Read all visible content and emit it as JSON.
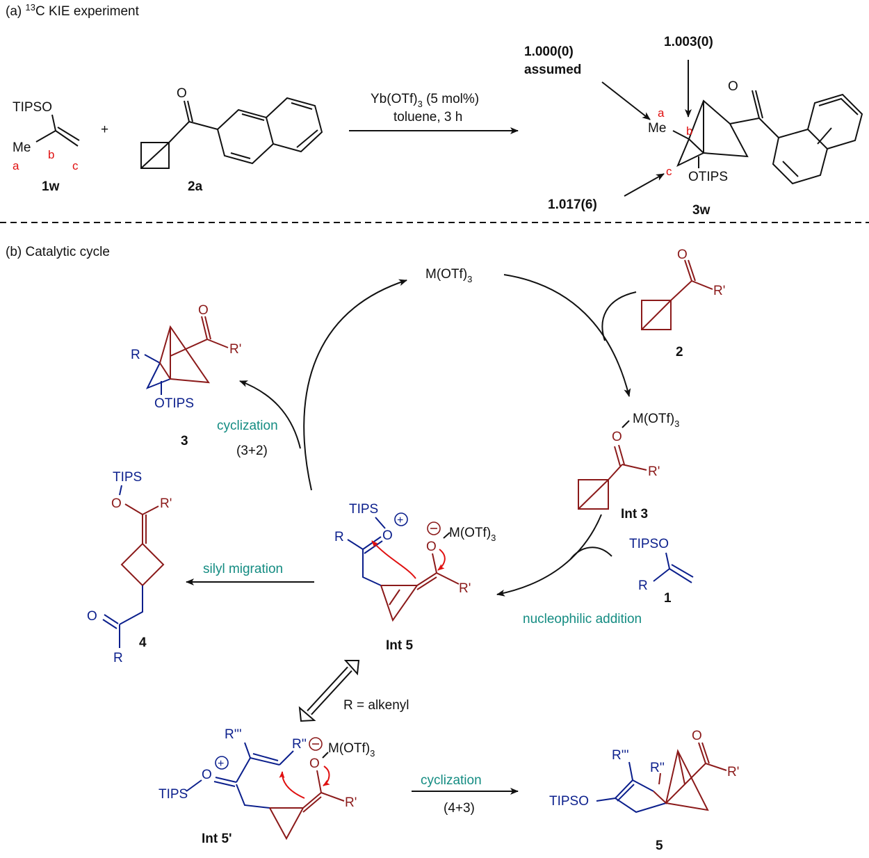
{
  "section_a": {
    "prefix": "(a) ",
    "sup": "13",
    "title": "C KIE experiment"
  },
  "section_b": {
    "title": "(b) Catalytic cycle"
  },
  "reaction_a": {
    "reagent": "Yb(OTf)",
    "reagent_sub": "3",
    "reagent_tail": " (5 mol%)",
    "conditions": "toluene, 3 h",
    "plus": "+",
    "sm1_otips": "TIPSO",
    "sm1_me": "Me",
    "sm1_label": "1w",
    "sm2_o": "O",
    "sm2_label": "2a",
    "prod_label": "3w",
    "prod_me": "Me",
    "prod_o": "O",
    "prod_otips": "OTIPS",
    "atom_a": "a",
    "atom_b": "b",
    "atom_c": "c",
    "kie_a": "1.000(0)",
    "kie_a_note": "assumed",
    "kie_b": "1.003(0)",
    "kie_c": "1.017(6)"
  },
  "cycle": {
    "catalyst": "M(OTf)",
    "catalyst_sub": "3",
    "cmp2_label": "2",
    "cmp2_o": "O",
    "cmp2_r": "R'",
    "int3_label": "Int 3",
    "int3_m": "M(OTf)",
    "int3_m_sub": "3",
    "int3_o": "O",
    "int3_r": "R'",
    "cmp1_label": "1",
    "cmp1_otips": "TIPSO",
    "cmp1_r": "R",
    "nucleophilic": "nucleophilic addition",
    "int5_label": "Int 5",
    "int5_tips": "TIPS",
    "int5_o1": "O",
    "int5_o2": "O",
    "int5_r": "R",
    "int5_r2": "R'",
    "int5_m": "M(OTf)",
    "int5_m_sub": "3",
    "silyl": "silyl migration",
    "cmp4_label": "4",
    "cmp4_tips": "TIPS",
    "cmp4_o1": "O",
    "cmp4_o2": "O",
    "cmp4_r": "R",
    "cmp4_r2": "R'",
    "cyclization": "cyclization",
    "cyc_32": "(3+2)",
    "cmp3_label": "3",
    "cmp3_r": "R",
    "cmp3_o": "O",
    "cmp3_r2": "R'",
    "cmp3_otips": "OTIPS",
    "alkenyl": "R = alkenyl",
    "int5p_label": "Int 5'",
    "int5p_tips": "TIPS",
    "int5p_o1": "O",
    "int5p_o2": "O",
    "int5p_r3": "R'''",
    "int5p_r2": "R''",
    "int5p_r1": "R'",
    "int5p_m": "M(OTf)",
    "int5p_m_sub": "3",
    "cyclization2": "cyclization",
    "cyc_43": "(4+3)",
    "cmp5_label": "5",
    "cmp5_r3": "R'''",
    "cmp5_r2": "R''",
    "cmp5_otips": "TIPSO",
    "cmp5_o": "O",
    "cmp5_r1": "R'"
  },
  "colors": {
    "black": "#111111",
    "blue": "#0b1f8c",
    "darkred": "#8b1a1a",
    "teal": "#148c82",
    "red": "#e01010"
  }
}
